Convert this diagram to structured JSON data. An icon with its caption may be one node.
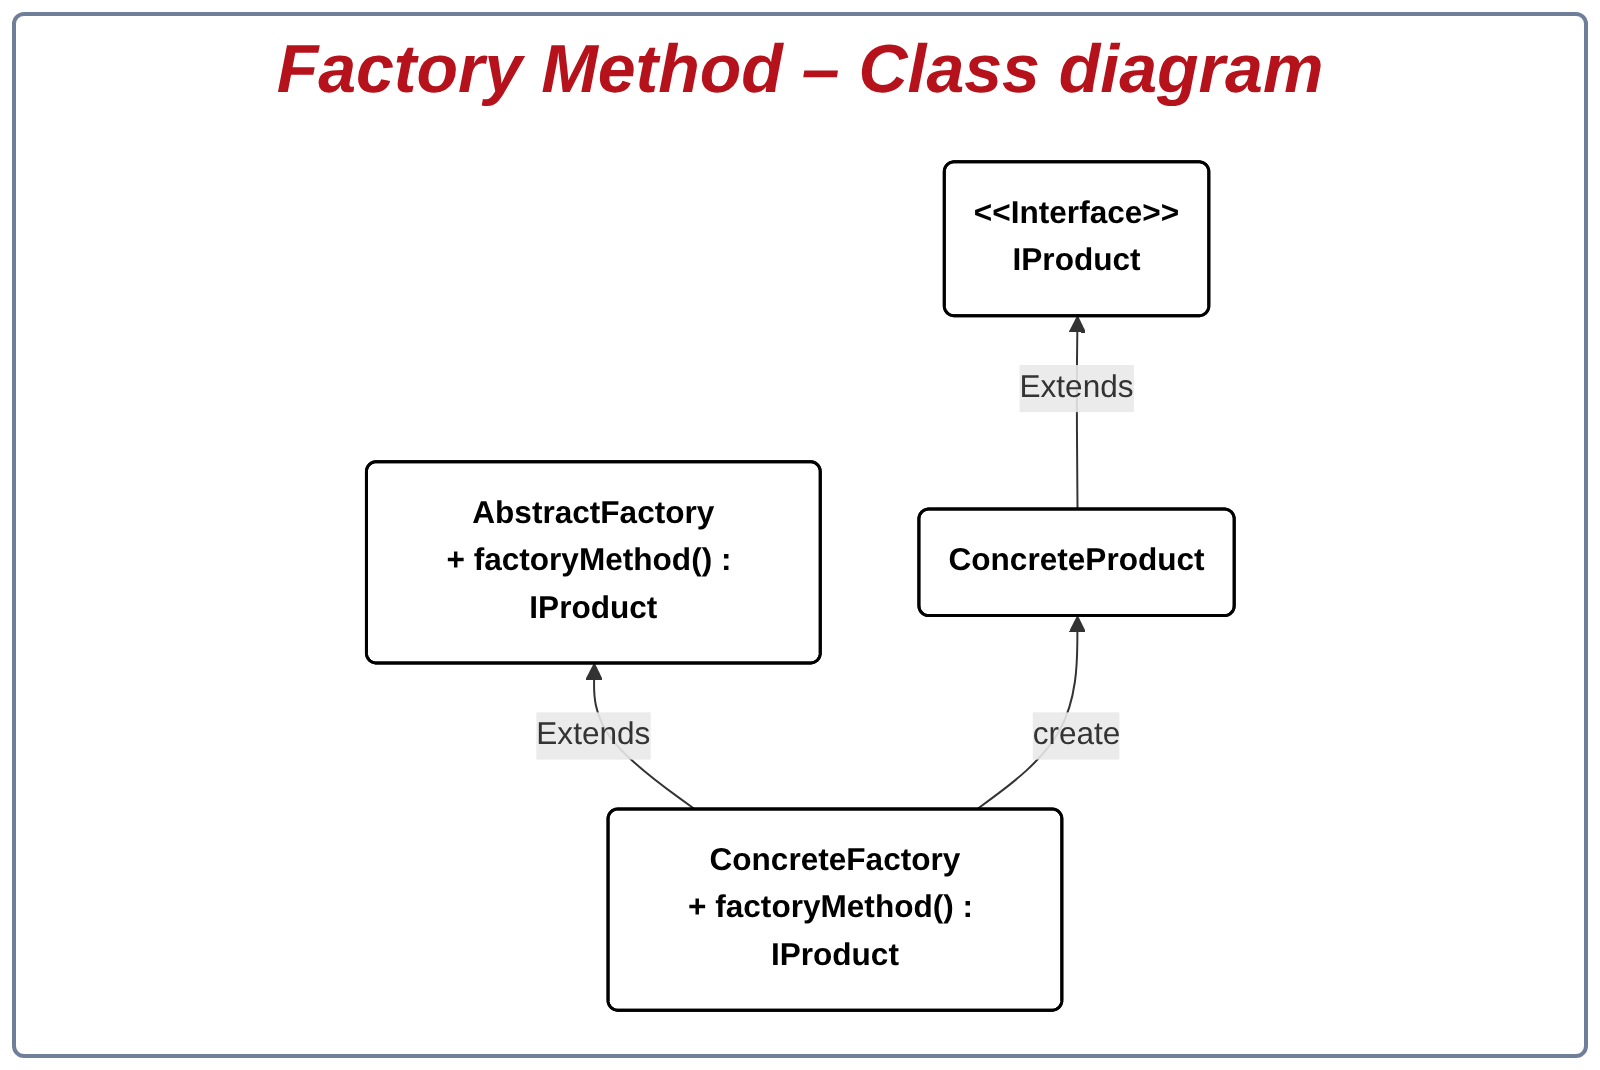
{
  "diagram": {
    "title": "Factory Method – Class diagram",
    "nodes": [
      {
        "text": [
          "<<Interface>>",
          "IProduct"
        ]
      },
      {
        "text": [
          "AbstractFactory",
          "+ factoryMethod() : IProduct"
        ]
      },
      {
        "text": [
          "ConcreteProduct"
        ]
      },
      {
        "text": [
          "ConcreteFactory",
          "+ factoryMethod() : IProduct"
        ]
      }
    ],
    "edges": [
      {
        "from": 2,
        "to": 0,
        "arrow": "to",
        "label": "Extends"
      },
      {
        "from": 3,
        "to": 1,
        "arrow": "to",
        "label": "Extends"
      },
      {
        "from": 3,
        "to": 2,
        "arrow": "to",
        "label": "create"
      }
    ]
  }
}
